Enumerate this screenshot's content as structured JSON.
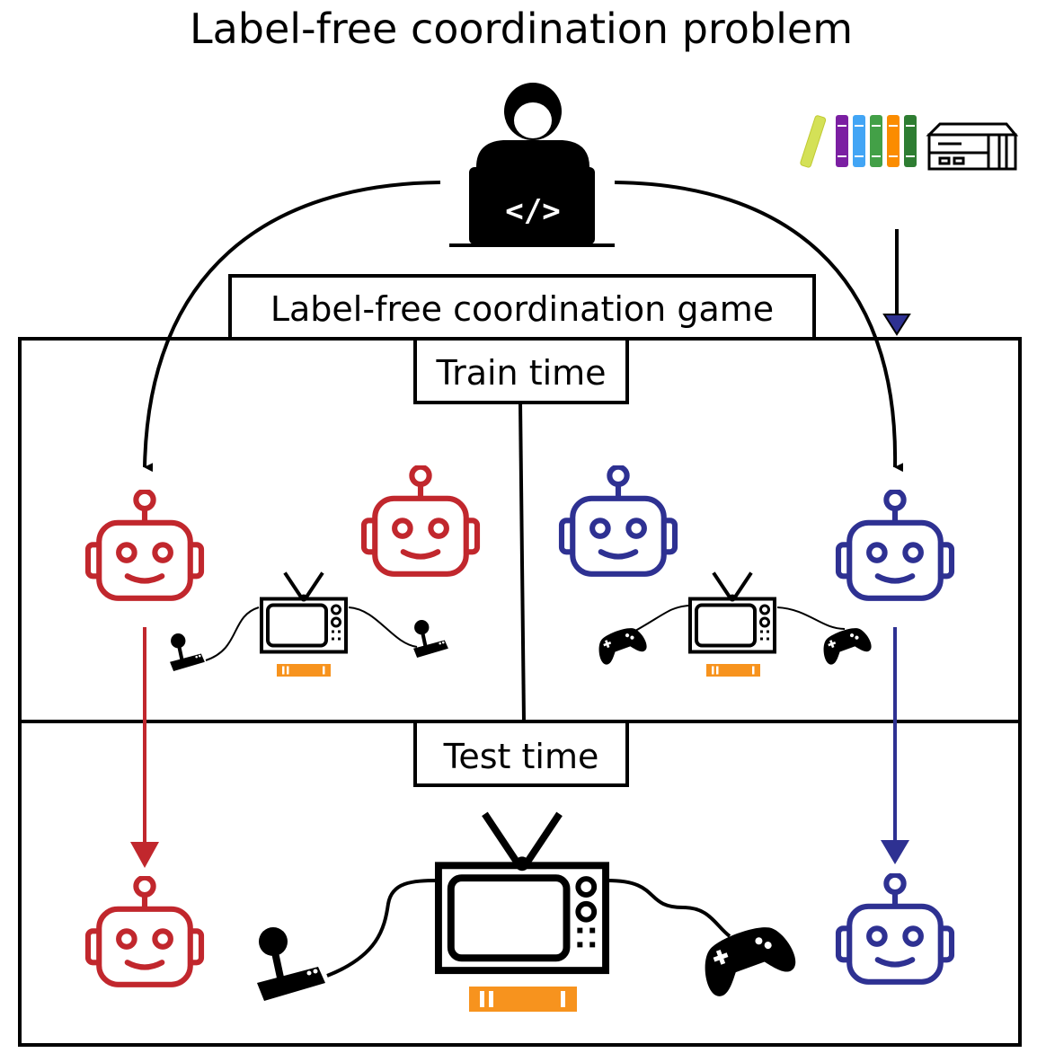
{
  "title": "Label-free coordination problem",
  "game_label": "Label-free coordination game",
  "train_label": "Train time",
  "test_label": "Test time",
  "code_glyph": "</>",
  "colors": {
    "red_team": "#c1272d",
    "blue_team": "#2e3192",
    "cartridge": "#f7931e",
    "book_colors": [
      "#d4e157",
      "#7b1fa2",
      "#42a5f5",
      "#43a047",
      "#fb8c00",
      "#2e7d32"
    ]
  },
  "icons": {
    "developer": "person-at-laptop-icon",
    "library": "books-icon",
    "console": "game-console-icon",
    "agent": "robot-icon",
    "display": "retro-tv-icon",
    "joystick": "joystick-icon",
    "gamepad": "gamepad-icon",
    "cartridge": "game-cartridge-icon"
  }
}
